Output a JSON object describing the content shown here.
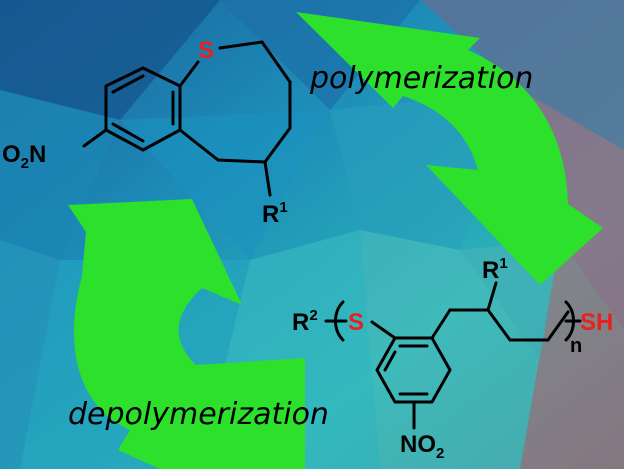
{
  "labels": {
    "polymerization": "polymerization",
    "depolymerization": "depolymerization"
  },
  "monomer": {
    "sulfur": "S",
    "nitro_O": "O",
    "nitro_sub": "2",
    "nitro_N": "N",
    "R": "R",
    "R_sup": "1"
  },
  "polymer": {
    "R2": "R",
    "R2_sup": "2",
    "sulfur": "S",
    "R": "R",
    "R_sup": "1",
    "n": "n",
    "thiol": "SH",
    "nitro_N": "NO",
    "nitro_sub": "2"
  },
  "colors": {
    "arrow_green": "#2de02b",
    "bond": "#000000",
    "sulfur_red": "#e8201e",
    "background": "#1b7fa6"
  }
}
